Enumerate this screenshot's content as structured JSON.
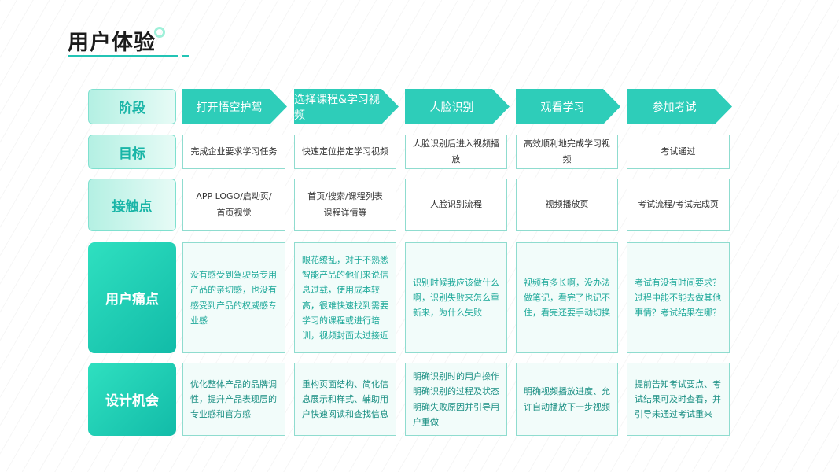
{
  "title": "用户体验",
  "rows": {
    "stage": "阶段",
    "goal": "目标",
    "touchpoint": "接触点",
    "painpoint": "用户痛点",
    "opportunity": "设计机会"
  },
  "stages": [
    {
      "name": "打开悟空护驾",
      "goal": "完成企业要求学习任务",
      "touchpoint": "APP LOGO/启动页/\n首页视觉",
      "painpoint": "没有感受到驾驶员专用产品的亲切感，也没有感受到产品的权威感专业感",
      "opportunity": "优化整体产品的品牌调性，提升产品表现层的专业感和官方感"
    },
    {
      "name": "选择课程&学习视频",
      "goal": "快速定位指定学习视频",
      "touchpoint": "首页/搜索/课程列表\n课程详情等",
      "painpoint": "眼花缭乱，对于不熟悉智能产品的他们来说信息过载，使用成本较高，很难快速找到需要学习的课程或进行培训，视频封面太过接近",
      "opportunity": "重构页面结构、简化信息展示和样式、辅助用户快速阅读和查找信息"
    },
    {
      "name": "人脸识别",
      "goal": "人脸识别后进入视频播放",
      "touchpoint": "人脸识别流程",
      "painpoint": "识别时候我应该做什么啊，识别失败来怎么重新来，为什么失败",
      "opportunity": "明确识别时的用户操作\n明确识别的过程及状态\n明确失败原因并引导用户重做"
    },
    {
      "name": "观看学习",
      "goal": "高效顺利地完成学习视频",
      "touchpoint": "视频播放页",
      "painpoint": "视频有多长啊，没办法做笔记，看完了也记不住，看完还要手动切换",
      "opportunity": "明确视频播放进度、允许自动播放下一步视频"
    },
    {
      "name": "参加考试",
      "goal": "考试通过",
      "touchpoint": "考试流程/考试完成页",
      "painpoint": "考试有没有时间要求？过程中能不能去做其他事情？考试结果在哪？",
      "opportunity": "提前告知考试要点、考试结果可及时查看，并引导未通过考试重来"
    }
  ]
}
